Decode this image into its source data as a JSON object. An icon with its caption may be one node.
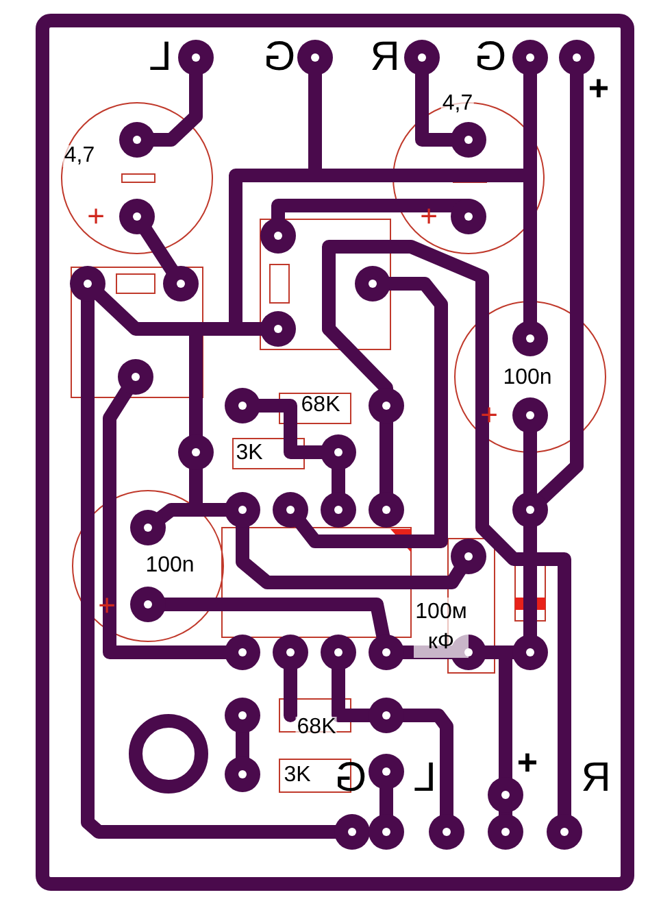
{
  "diagram": {
    "labels": [
      "L",
      "G",
      "R",
      "G",
      "+",
      "4,7",
      "4,7",
      "+",
      "+",
      "100n",
      "+",
      "68K",
      "3K",
      "100n",
      "+",
      "100м кФ",
      "68K",
      "3K",
      "G",
      "L",
      "+",
      "R"
    ]
  }
}
